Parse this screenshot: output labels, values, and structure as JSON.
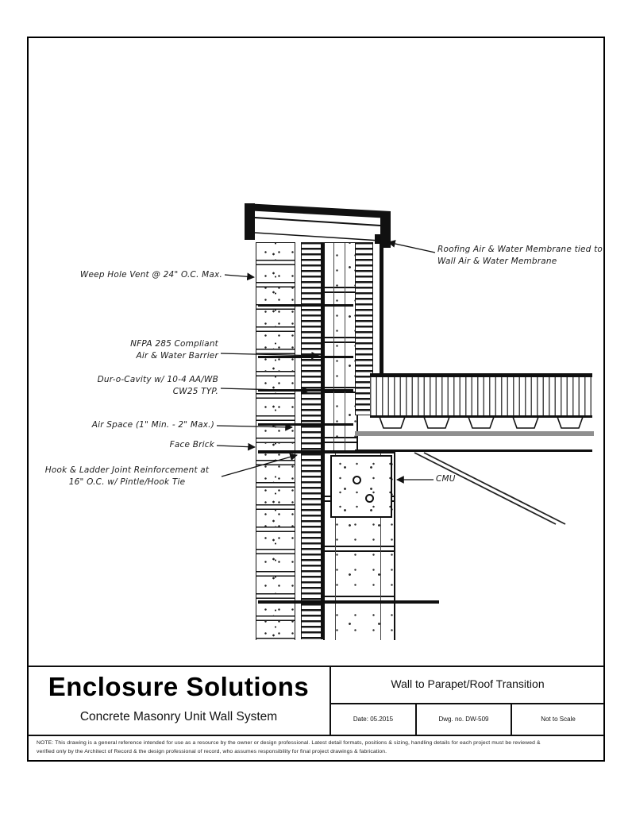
{
  "colors": {
    "ink": "#111111",
    "roof_structure_gray": "#8f8f8f"
  },
  "title_block": {
    "company": "Enclosure Solutions",
    "system_subtitle": "Concrete Masonry Unit Wall System",
    "drawing_title": "Wall to Parapet/Roof Transition",
    "date_label": "Date: 05.2015",
    "dwg_no_label": "Dwg. no. DW-509",
    "scale_label": "Not to Scale"
  },
  "notes": {
    "line1": "NOTE: This drawing is a general reference intended for use as a resource by the owner or design professional. Latest detail formats, positions & sizing, handling details for each project must be reviewed &",
    "line2": "verified only by the Architect of Record & the design professional of record, who assumes responsibility for final project drawings & fabrication."
  },
  "callouts": {
    "weep_hole": "Weep Hole Vent @ 24\" O.C. Max.",
    "nfpa_line1": "NFPA 285 Compliant",
    "nfpa_line2": "Air & Water Barrier",
    "cavity_line1": "Dur-o-Cavity w/ 10-4 AA/WB",
    "cavity_line2": "CW25 TYP.",
    "air_space": "Air Space (1\" Min. - 2\" Max.)",
    "face_brick": "Face Brick",
    "joint_reinf_line1": "Hook & Ladder Joint Reinforcement at",
    "joint_reinf_line2": "16\" O.C. w/ Pintle/Hook Tie",
    "roof_membrane_line1": "Roofing Air & Water Membrane tied to",
    "roof_membrane_line2": "Wall Air & Water Membrane",
    "cmu": "CMU"
  }
}
